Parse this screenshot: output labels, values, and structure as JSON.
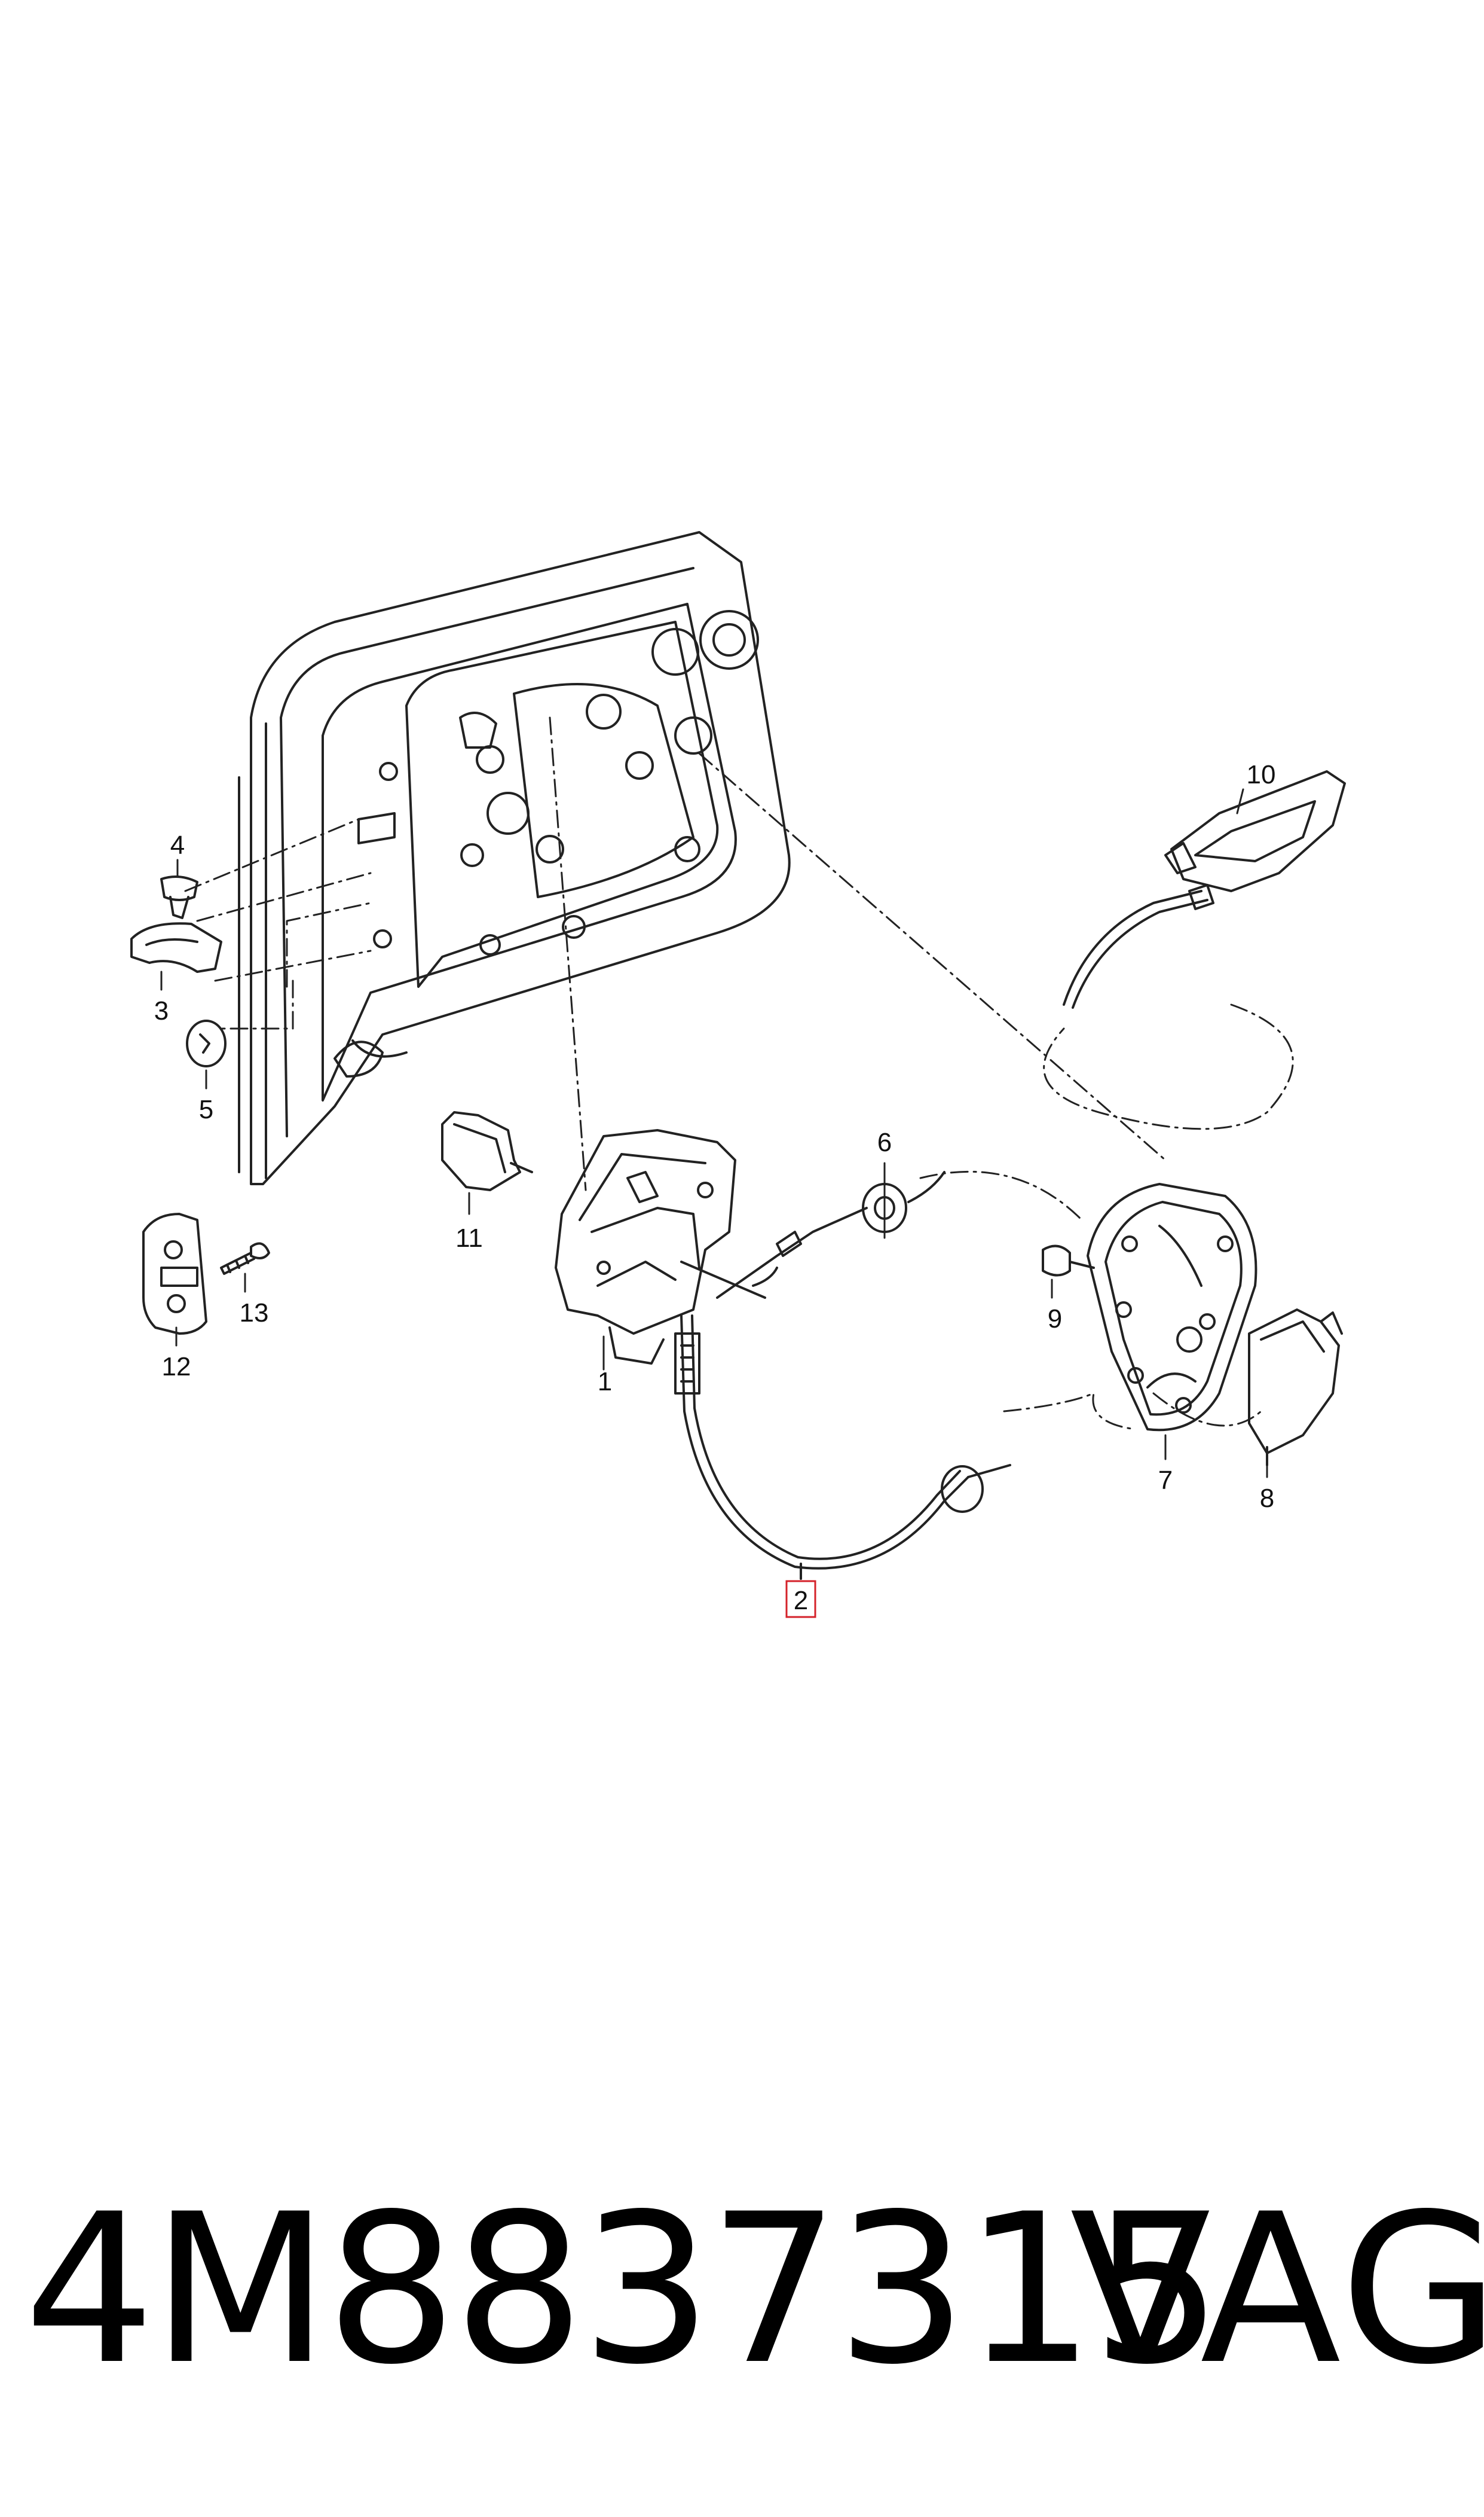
{
  "callouts": {
    "c1": "1",
    "c2": "2",
    "c3": "3",
    "c4": "4",
    "c5": "5",
    "c6": "6",
    "c7": "7",
    "c8": "8",
    "c9": "9",
    "c10": "10",
    "c11": "11",
    "c12": "12",
    "c13": "13"
  },
  "highlight_color": "#d4222a",
  "part_number": "4M8837315",
  "manufacturer": "VAG"
}
